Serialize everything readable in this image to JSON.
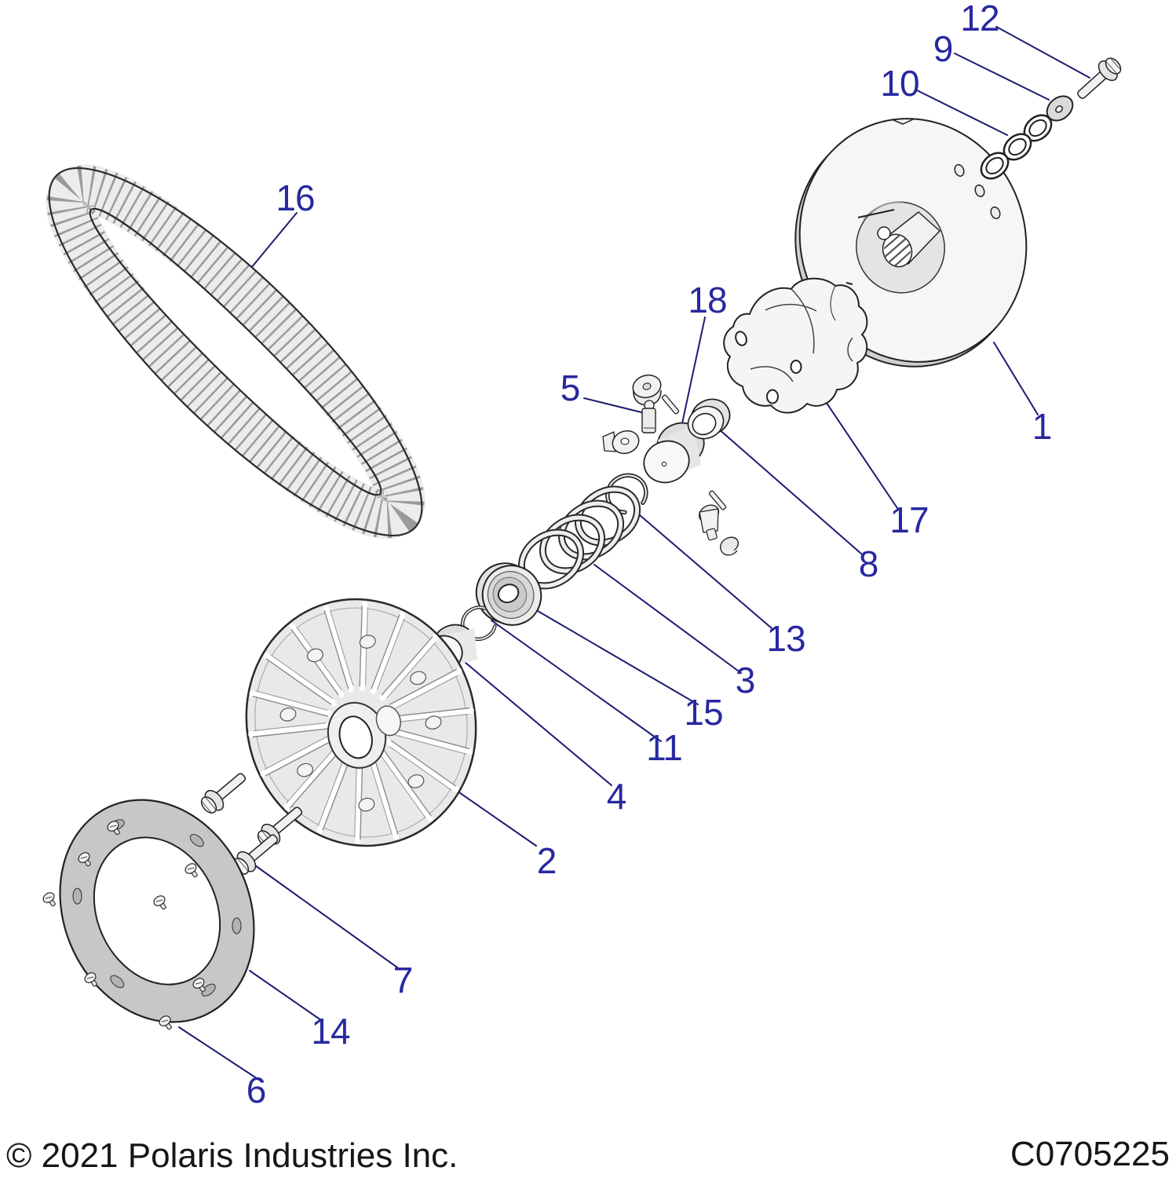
{
  "document": {
    "copyright": "© 2021 Polaris Industries Inc.",
    "part_code": "C0705225"
  },
  "diagram": {
    "description": "Exploded parts diagram of a driven clutch assembly with drive belt",
    "callouts": [
      {
        "id": "callout-1",
        "label": "1"
      },
      {
        "id": "callout-2",
        "label": "2"
      },
      {
        "id": "callout-3",
        "label": "3"
      },
      {
        "id": "callout-4",
        "label": "4"
      },
      {
        "id": "callout-5",
        "label": "5"
      },
      {
        "id": "callout-6",
        "label": "6"
      },
      {
        "id": "callout-7",
        "label": "7"
      },
      {
        "id": "callout-8",
        "label": "8"
      },
      {
        "id": "callout-9",
        "label": "9"
      },
      {
        "id": "callout-10",
        "label": "10"
      },
      {
        "id": "callout-11",
        "label": "11"
      },
      {
        "id": "callout-12",
        "label": "12"
      },
      {
        "id": "callout-13",
        "label": "13"
      },
      {
        "id": "callout-14",
        "label": "14"
      },
      {
        "id": "callout-15",
        "label": "15"
      },
      {
        "id": "callout-16",
        "label": "16"
      },
      {
        "id": "callout-17",
        "label": "17"
      },
      {
        "id": "callout-18",
        "label": "18"
      }
    ],
    "colors": {
      "callout_text": "#2828A0",
      "leader_line": "#1C1C72",
      "part_outline": "#222222",
      "footer_text": "#161616"
    }
  }
}
